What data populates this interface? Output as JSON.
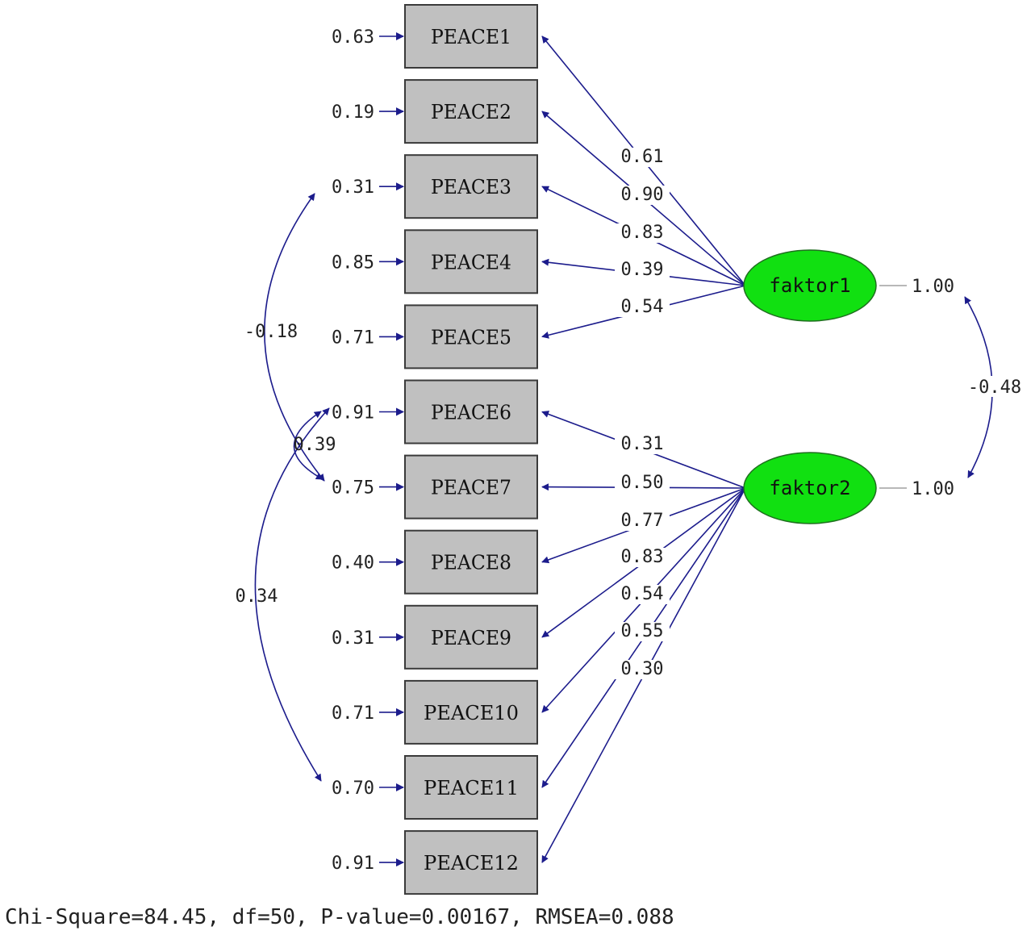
{
  "indicators": [
    {
      "label": "PEACE1",
      "error_variance": "0.63"
    },
    {
      "label": "PEACE2",
      "error_variance": "0.19"
    },
    {
      "label": "PEACE3",
      "error_variance": "0.31"
    },
    {
      "label": "PEACE4",
      "error_variance": "0.85"
    },
    {
      "label": "PEACE5",
      "error_variance": "0.71"
    },
    {
      "label": "PEACE6",
      "error_variance": "0.91"
    },
    {
      "label": "PEACE7",
      "error_variance": "0.75"
    },
    {
      "label": "PEACE8",
      "error_variance": "0.40"
    },
    {
      "label": "PEACE9",
      "error_variance": "0.31"
    },
    {
      "label": "PEACE10",
      "error_variance": "0.71"
    },
    {
      "label": "PEACE11",
      "error_variance": "0.70"
    },
    {
      "label": "PEACE12",
      "error_variance": "0.91"
    }
  ],
  "latents": [
    {
      "label": "faktor1",
      "variance": "1.00",
      "color": "#11e011"
    },
    {
      "label": "faktor2",
      "variance": "1.00",
      "color": "#11e011"
    }
  ],
  "loadings": [
    {
      "factor": 0,
      "indicator": 0,
      "value": "0.61"
    },
    {
      "factor": 0,
      "indicator": 1,
      "value": "0.90"
    },
    {
      "factor": 0,
      "indicator": 2,
      "value": "0.83"
    },
    {
      "factor": 0,
      "indicator": 3,
      "value": "0.39"
    },
    {
      "factor": 0,
      "indicator": 4,
      "value": "0.54"
    },
    {
      "factor": 1,
      "indicator": 5,
      "value": "0.31"
    },
    {
      "factor": 1,
      "indicator": 6,
      "value": "0.50"
    },
    {
      "factor": 1,
      "indicator": 7,
      "value": "0.77"
    },
    {
      "factor": 1,
      "indicator": 8,
      "value": "0.83"
    },
    {
      "factor": 1,
      "indicator": 9,
      "value": "0.54"
    },
    {
      "factor": 1,
      "indicator": 10,
      "value": "0.55"
    },
    {
      "factor": 1,
      "indicator": 11,
      "value": "0.30"
    }
  ],
  "error_covariances": [
    {
      "from": 2,
      "to": 6,
      "value": "-0.18"
    },
    {
      "from": 5,
      "to": 10,
      "value": "0.34"
    },
    {
      "from": 5,
      "to": 6,
      "value": "0.39"
    }
  ],
  "factor_covariance": {
    "value": "-0.48"
  },
  "fit_statistics": "Chi-Square=84.45, df=50, P-value=0.00167, RMSEA=0.088",
  "colors": {
    "path": "#1c1c8c",
    "latent_fill": "#11e011",
    "box_fill": "#c0c0c0"
  }
}
